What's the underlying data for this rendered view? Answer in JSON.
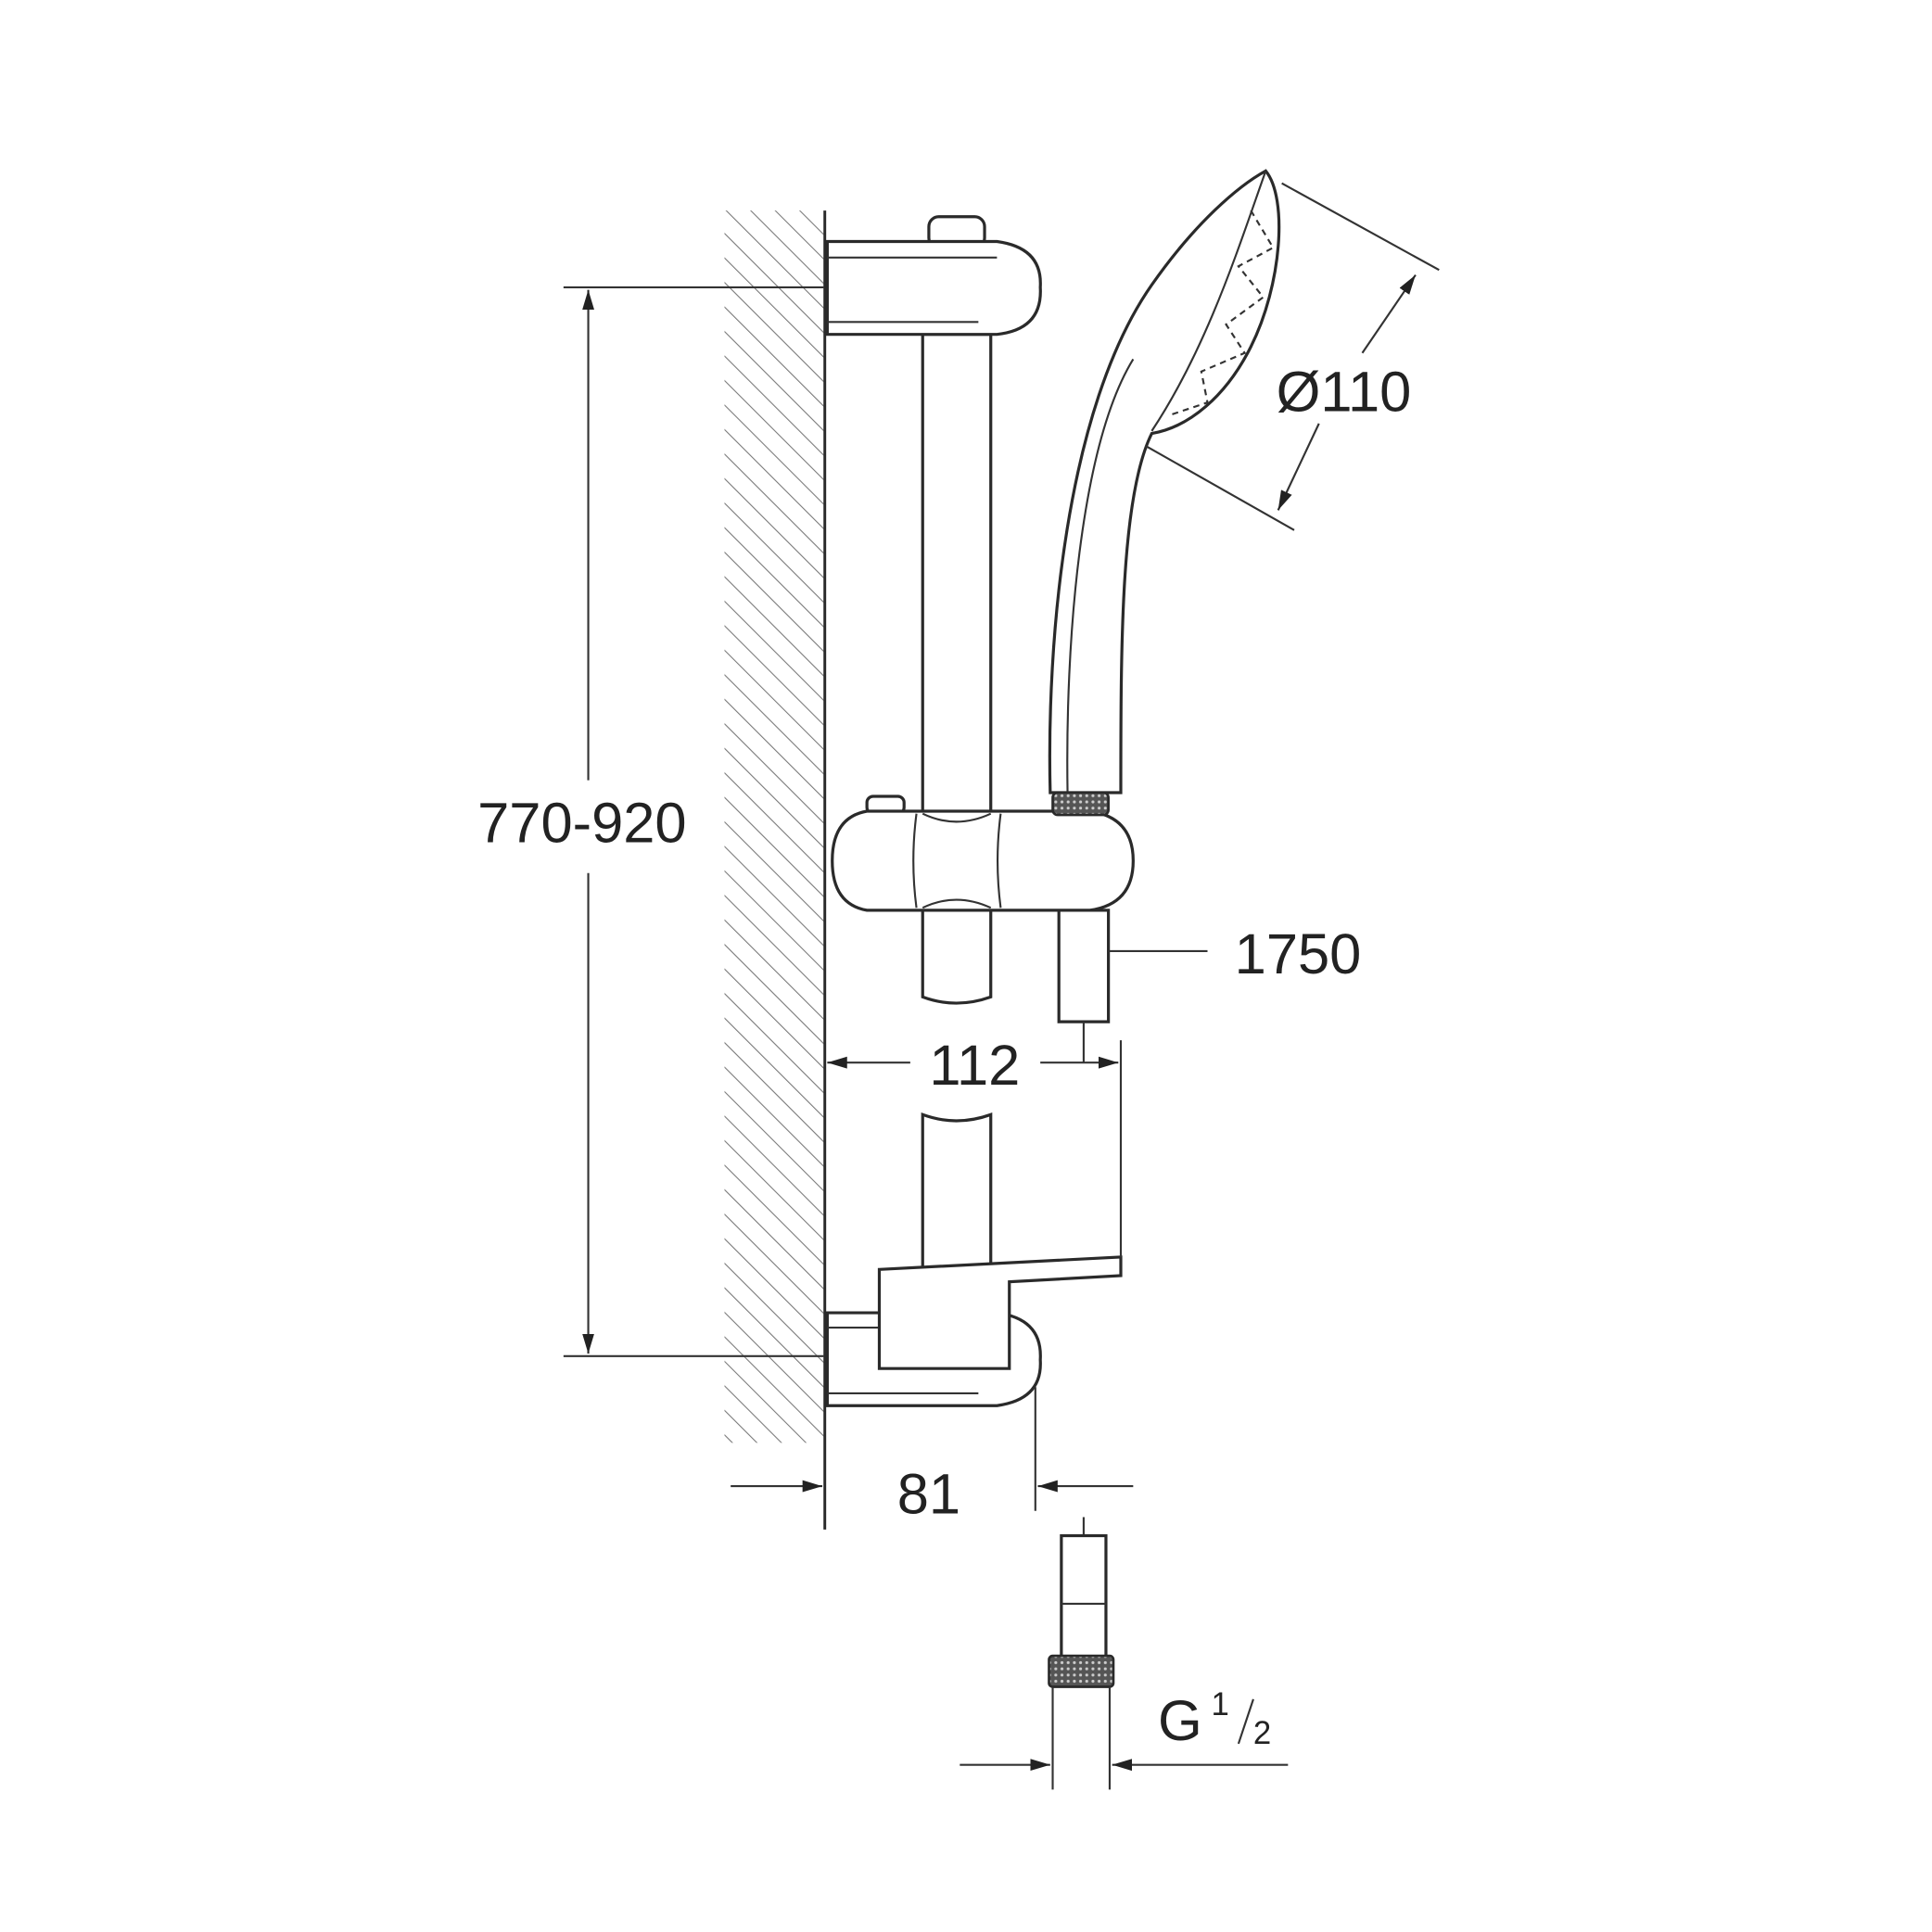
{
  "drawing": {
    "dimensions": {
      "rail_height": "770-920",
      "head_diameter": "Ø110",
      "hose_length": "1750",
      "holder_projection": "112",
      "wall_projection": "81",
      "thread_prefix": "G",
      "thread_num": "1",
      "thread_den": "2"
    },
    "line_color": "#2a2a2a"
  }
}
